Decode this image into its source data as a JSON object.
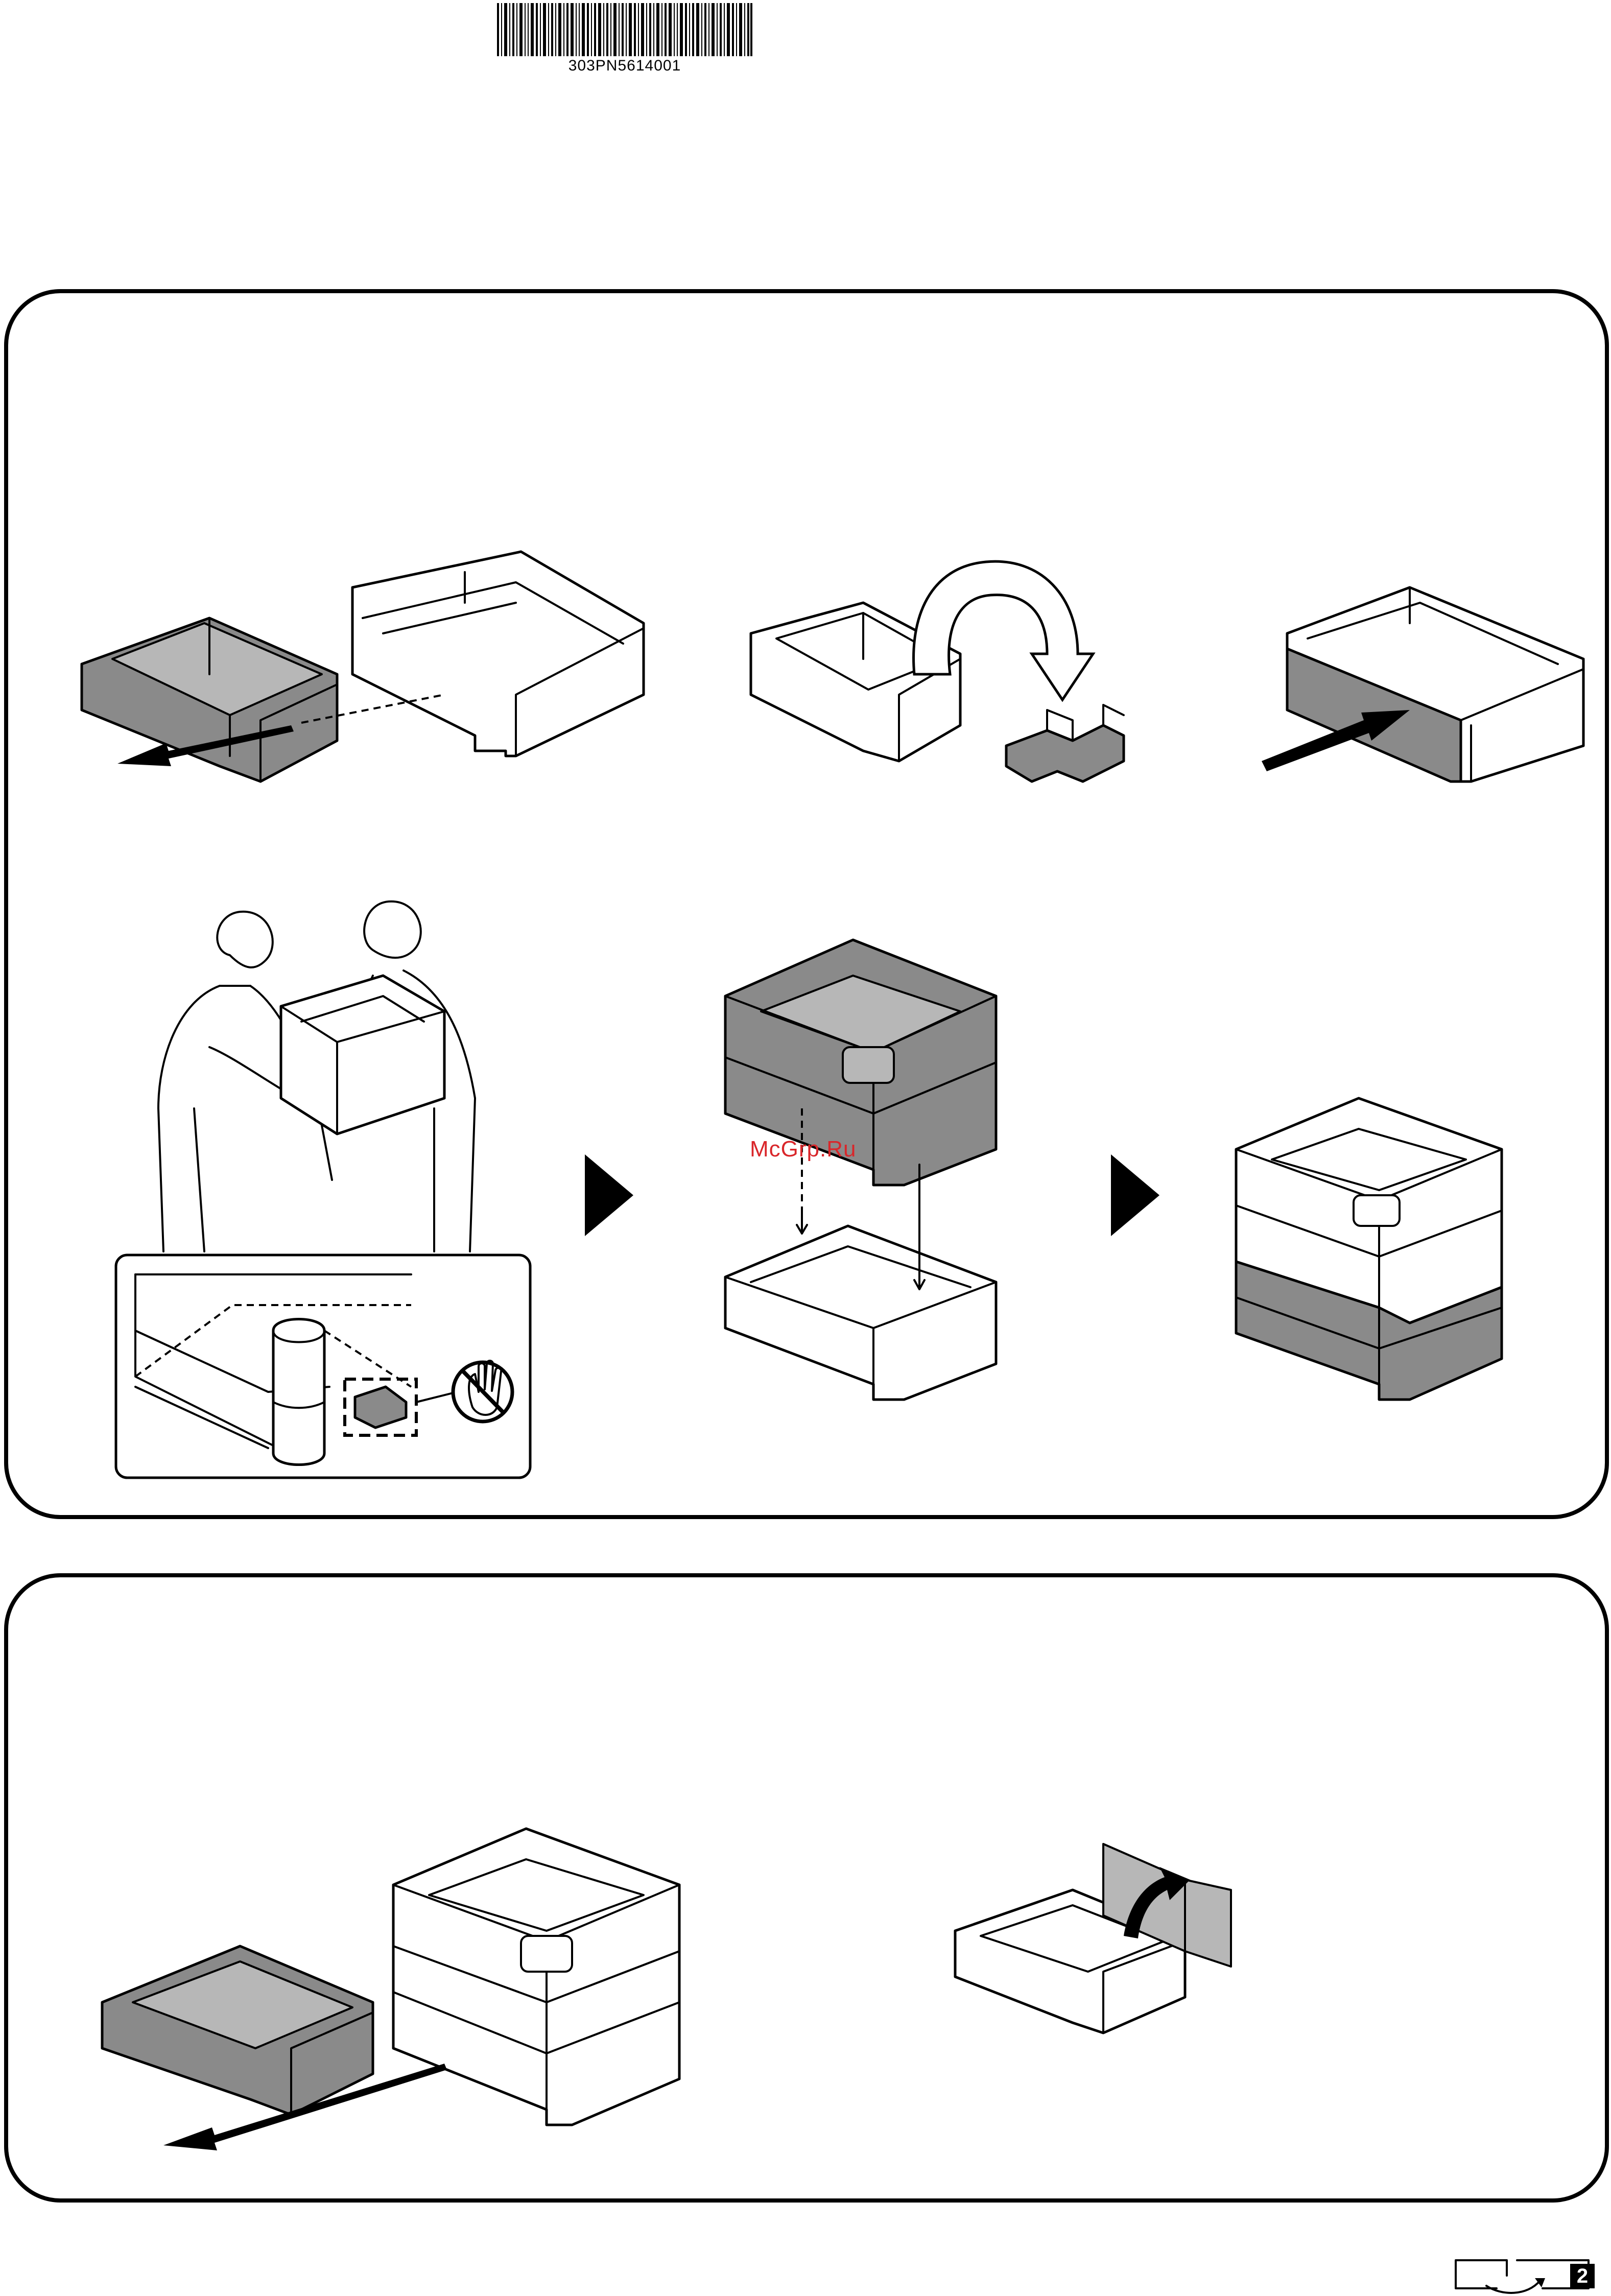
{
  "barcode": {
    "number": "303PN5614001"
  },
  "watermark": {
    "text": "McGrp.Ru"
  },
  "footer": {
    "page_number": "2"
  },
  "colors": {
    "part_gray": "#8a8a8a",
    "outline": "#000000",
    "watermark": "#d9262a"
  },
  "icons": {
    "step_arrow": "triangle-arrow-right-icon",
    "no_touch": "prohibited-hand-icon",
    "page_turn": "page-turn-icon"
  }
}
